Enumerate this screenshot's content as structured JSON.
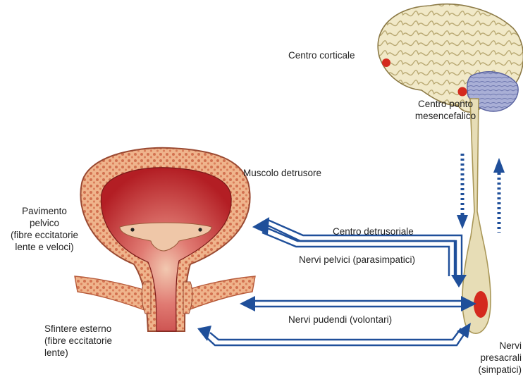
{
  "labels": {
    "centro_corticale": "Centro corticale",
    "centro_ponto_l1": "Centro ponto",
    "centro_ponto_l2": "mesencefalico",
    "muscolo_detrusore": "Muscolo detrusore",
    "pavimento_l1": "Pavimento",
    "pavimento_l2": "pelvico",
    "pavimento_l3": "(fibre eccitatorie",
    "pavimento_l4": "lente e veloci)",
    "centro_detrusoriale": "Centro detrusoriale",
    "nervi_pelvici": "Nervi pelvici (parasimpatici)",
    "nervi_pudendi": "Nervi pudendi (volontari)",
    "sfintere_l1": "Sfintere esterno",
    "sfintere_l2": "(fibre eccitatorie",
    "sfintere_l3": "lente)",
    "presacrali_l1": "Nervi",
    "presacrali_l2": "presacrali",
    "presacrali_l3": "(simpatici)"
  },
  "colors": {
    "arrow": "#1f4f9a",
    "brain": "#efe7c4",
    "cerebellum": "#a9afd6",
    "spinal_cord": "#e7ddb6",
    "center_red": "#d42a1e",
    "bladder_wall": "#e9a77e",
    "bladder_lumen": "#c42a2e"
  }
}
